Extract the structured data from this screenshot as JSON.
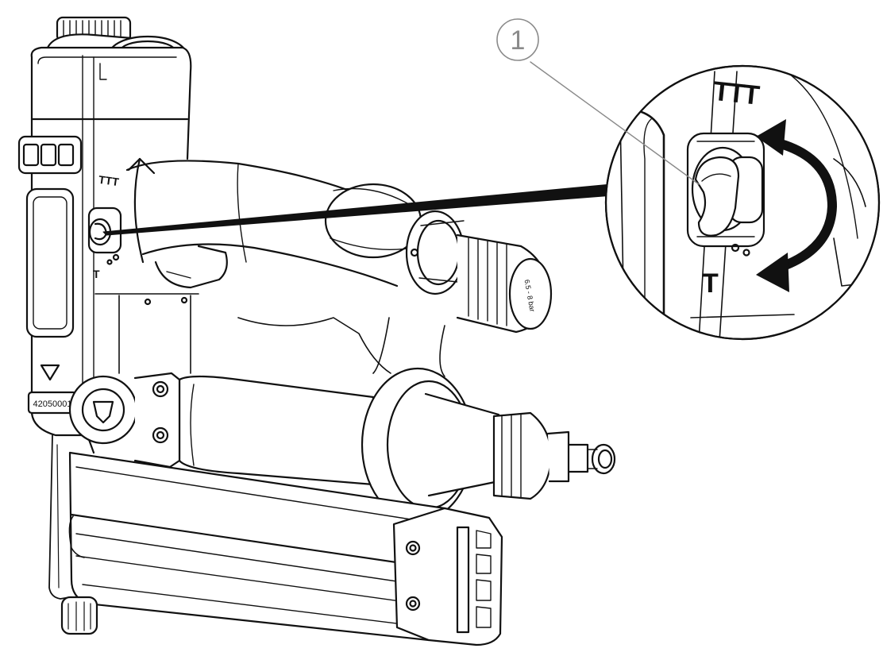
{
  "callout": {
    "number": "1"
  },
  "depth_marks": {
    "deep": "TTT",
    "shallow": "T"
  },
  "serial_label": "42050001",
  "regulator_label": "6.5 - 8 bar",
  "colors": {
    "ink": "#111111",
    "paper": "#ffffff",
    "callout_gray": "#8a8a8a"
  }
}
